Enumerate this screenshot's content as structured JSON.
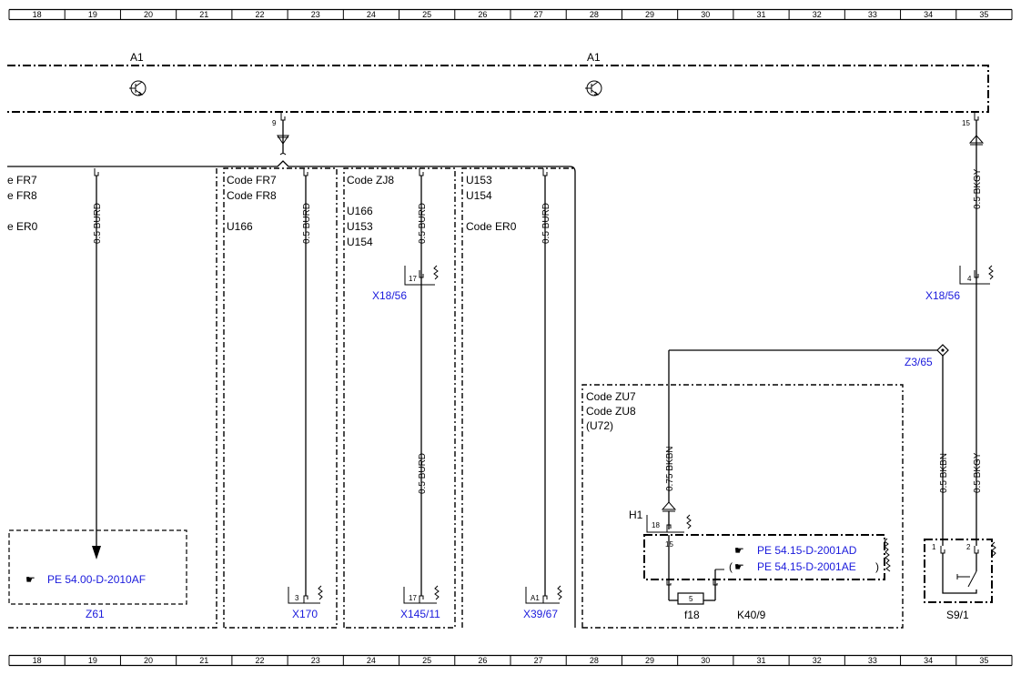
{
  "grid": {
    "columns": [
      "18",
      "19",
      "20",
      "21",
      "22",
      "23",
      "24",
      "25",
      "26",
      "27",
      "28",
      "29",
      "30",
      "31",
      "32",
      "33",
      "34",
      "35"
    ]
  },
  "modules": {
    "a1_left": "A1",
    "a1_right": "A1",
    "pin_a1_9": "9",
    "pin_a1_15": "15"
  },
  "panels": {
    "p1_codes": [
      "e FR7",
      "e FR8",
      "e ER0"
    ],
    "p2_codes": [
      "Code FR7",
      "Code FR8",
      "U166"
    ],
    "p3_codes": [
      "Code ZJ8",
      "U166",
      "U153",
      "U154"
    ],
    "p4_codes": [
      "U153",
      "U154",
      "Code ER0"
    ],
    "p5_codes": [
      "Code ZU7",
      "Code ZU8",
      "(U72)"
    ]
  },
  "wires": {
    "w1": "0.5 BURD",
    "w2": "0.5 BURD",
    "w3a": "0.5 BURD",
    "w3b": "0.5 BURD",
    "w4": "0.5 BURD",
    "w5": "0.75 BKBN",
    "w6": "0.5 BKBN",
    "w7a": "0.5 BKGY",
    "w7b": "0.5 BKGY"
  },
  "components": {
    "x18_56_left": "X18/56",
    "x18_56_left_pin": "17",
    "x18_56_right": "X18/56",
    "x18_56_right_pin": "4",
    "z3_65": "Z3/65",
    "z61": "Z61",
    "z61_ref": "PE 54.00-D-2010AF",
    "x170": "X170",
    "x170_pin": "3",
    "x145_11": "X145/11",
    "x145_11_pin": "17",
    "x39_67": "X39/67",
    "x39_67_pin": "A1",
    "h1": "H1",
    "h1_pin": "18",
    "k40_9_pin": "15",
    "ref_ad": "PE 54.15-D-2001AD",
    "ref_ae": "PE 54.15-D-2001AE",
    "paren_open": "(",
    "paren_close": ")",
    "f18": "f18",
    "f18_num": "5",
    "k40_9": "K40/9",
    "s9_1": "S9/1",
    "s9_1_pin1": "1",
    "s9_1_pin2": "2"
  }
}
